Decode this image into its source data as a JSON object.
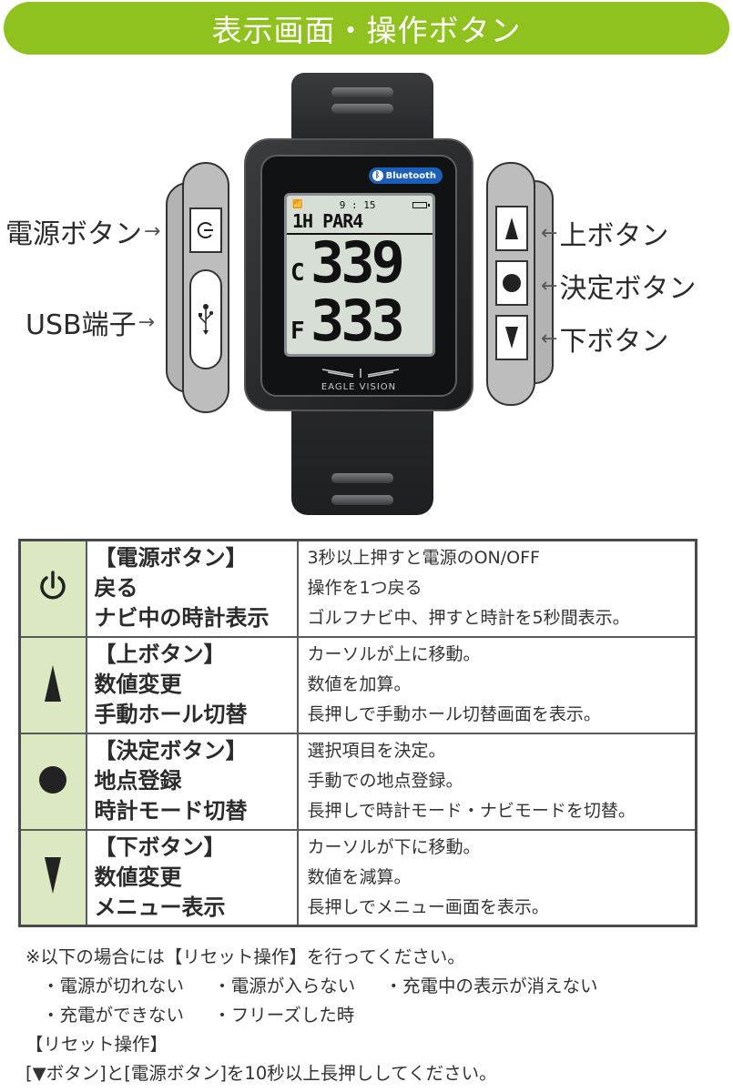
{
  "banner": {
    "title": "表示画面・操作ボタン",
    "color": "#8fc21f"
  },
  "watch": {
    "bluetooth_label": "Bluetooth",
    "lcd": {
      "time": "9 : 15",
      "hole_line": "1H PAR4",
      "rows": [
        {
          "letter": "C",
          "value": "339"
        },
        {
          "letter": "F",
          "value": "333"
        }
      ]
    },
    "brand": "EAGLE VISION"
  },
  "callouts": {
    "left": [
      {
        "label": "電源ボタン"
      },
      {
        "label": "USB端子"
      }
    ],
    "right": [
      {
        "label": "上ボタン"
      },
      {
        "label": "決定ボタン"
      },
      {
        "label": "下ボタン"
      }
    ],
    "arrow_left": "←",
    "arrow_right": "→"
  },
  "table": {
    "rows": [
      {
        "icon": "power-icon",
        "labels": [
          "【電源ボタン】",
          "戻る",
          "ナビ中の時計表示"
        ],
        "descriptions": [
          "3秒以上押すと電源のON/OFF",
          "操作を1つ戻る",
          "ゴルフナビ中、押すと時計を5秒間表示。"
        ]
      },
      {
        "icon": "up-triangle-icon",
        "labels": [
          "【上ボタン】",
          "数値変更",
          "手動ホール切替"
        ],
        "descriptions": [
          "カーソルが上に移動。",
          "数値を加算。",
          "長押しで手動ホール切替画面を表示。"
        ]
      },
      {
        "icon": "circle-dot-icon",
        "labels": [
          "【決定ボタン】",
          "地点登録",
          "時計モード切替"
        ],
        "descriptions": [
          "選択項目を決定。",
          "手動での地点登録。",
          "長押しで時計モード・ナビモードを切替。"
        ]
      },
      {
        "icon": "down-triangle-icon",
        "labels": [
          "【下ボタン】",
          "数値変更",
          "メニュー表示"
        ],
        "descriptions": [
          "カーソルが下に移動。",
          "数値を減算。",
          "長押しでメニュー画面を表示。"
        ]
      }
    ],
    "icon_cell_color": "#dbe8c1"
  },
  "notes": {
    "intro": "※以下の場合には【リセット操作】を行ってください。",
    "cases_line1": [
      "・電源が切れない",
      "・電源が入らない",
      "・充電中の表示が消えない"
    ],
    "cases_line2": [
      "・充電ができない",
      "・フリーズした時"
    ],
    "reset_heading": "【リセット操作】",
    "reset_instruction": "[▼ボタン]と[電源ボタン]を10秒以上長押ししてください。"
  }
}
